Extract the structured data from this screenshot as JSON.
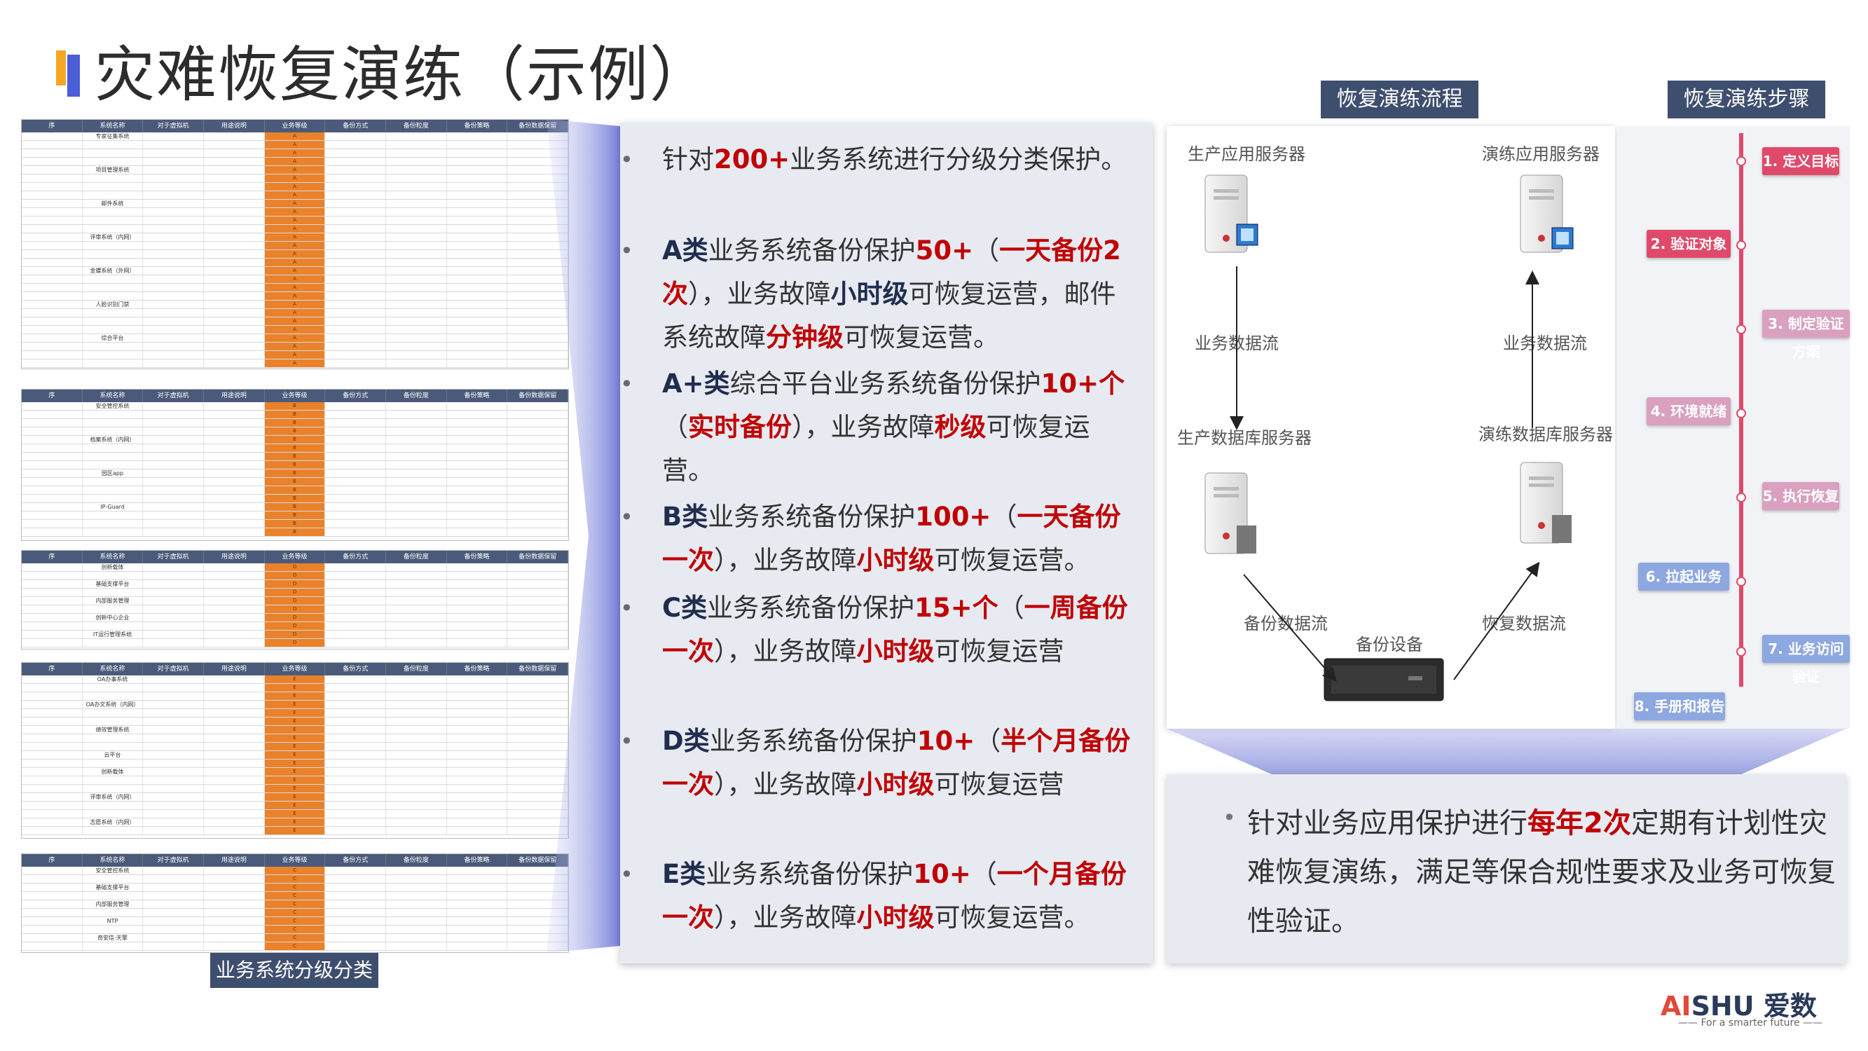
{
  "title": "灾难恢复演练（示例）",
  "sheet_caption": "业务系统分级分类",
  "sheet_headers": [
    "序",
    "系统名称",
    "对于虚拟机",
    "用途说明",
    "业务等级",
    "备份方式",
    "备份粒度",
    "备份策略",
    "备份数据保留"
  ],
  "sheets": [
    {
      "level": "A",
      "systems": [
        "专家征集系统",
        "项目管理系统",
        "邮件系统",
        "评审系统（内网）",
        "金蝶系统（外网）",
        "人脸识别门禁",
        "综合平台"
      ]
    },
    {
      "level": "B",
      "systems": [
        "安全管控系统",
        "档案系统（内网）",
        "园区app",
        "IP-Guard"
      ]
    },
    {
      "level": "D",
      "systems": [
        "创新载体",
        "基础支撑平台",
        "内部服务管理",
        "创新中心企业",
        "IT运行管理系统"
      ]
    },
    {
      "level": "E",
      "systems": [
        "OA办事系统",
        "OA办文系统（内网）",
        "绩效管理系统",
        "云平台",
        "创新载体",
        "评审系统（内网）",
        "志愿系统（内网）"
      ]
    },
    {
      "level": "C",
      "systems": [
        "安全管控系统",
        "基础支撑平台",
        "内部服务管理",
        "NTP",
        "奇安信-天擎"
      ]
    }
  ],
  "bullets": [
    {
      "parts": [
        [
          "n",
          "针对"
        ],
        [
          "r",
          "200+"
        ],
        [
          "n",
          "业务系统进行分级分类保护。"
        ]
      ]
    },
    {
      "parts": [
        [
          "b",
          "A类"
        ],
        [
          "n",
          "业务系统备份保护"
        ],
        [
          "r",
          "50+"
        ],
        [
          "n",
          "（"
        ],
        [
          "r",
          "一天备份2次"
        ],
        [
          "n",
          "），业务故障"
        ],
        [
          "b",
          "小时级"
        ],
        [
          "n",
          "可恢复运营，邮件系统故障"
        ],
        [
          "r",
          "分钟级"
        ],
        [
          "n",
          "可恢复运营。"
        ]
      ]
    },
    {
      "parts": [
        [
          "b",
          "A+类"
        ],
        [
          "n",
          "综合平台业务系统备份保护"
        ],
        [
          "r",
          "10+个"
        ],
        [
          "n",
          "（"
        ],
        [
          "r",
          "实时备份"
        ],
        [
          "n",
          "），业务故障"
        ],
        [
          "r",
          "秒级"
        ],
        [
          "n",
          "可恢复运营。"
        ]
      ]
    },
    {
      "parts": [
        [
          "b",
          "B类"
        ],
        [
          "n",
          "业务系统备份保护"
        ],
        [
          "r",
          "100+"
        ],
        [
          "n",
          "（"
        ],
        [
          "r",
          "一天备份一次"
        ],
        [
          "n",
          "），业务故障"
        ],
        [
          "r",
          "小时级"
        ],
        [
          "n",
          "可恢复运营。"
        ]
      ]
    },
    {
      "parts": [
        [
          "b",
          "C类"
        ],
        [
          "n",
          "业务系统备份保护"
        ],
        [
          "r",
          "15+个"
        ],
        [
          "n",
          "（"
        ],
        [
          "r",
          "一周备份一次"
        ],
        [
          "n",
          "），业务故障"
        ],
        [
          "r",
          "小时级"
        ],
        [
          "n",
          "可恢复运营"
        ]
      ]
    },
    {
      "parts": [
        [
          "b",
          "D类"
        ],
        [
          "n",
          "业务系统备份保护"
        ],
        [
          "r",
          "10+"
        ],
        [
          "n",
          "（"
        ],
        [
          "r",
          "半个月备份一次"
        ],
        [
          "n",
          "），业务故障"
        ],
        [
          "r",
          "小时级"
        ],
        [
          "n",
          "可恢复运营"
        ]
      ]
    },
    {
      "parts": [
        [
          "b",
          "E类"
        ],
        [
          "n",
          "业务系统备份保护"
        ],
        [
          "r",
          "10+"
        ],
        [
          "n",
          "（"
        ],
        [
          "r",
          "一个月备份一次"
        ],
        [
          "n",
          "），业务故障"
        ],
        [
          "r",
          "小时级"
        ],
        [
          "n",
          "可恢复运营。"
        ]
      ]
    }
  ],
  "flow": {
    "label": "恢复演练流程",
    "prod_app": "生产应用服务器",
    "drill_app": "演练应用服务器",
    "biz_flow_left": "业务数据流",
    "biz_flow_right": "业务数据流",
    "prod_db": "生产数据库服务器",
    "drill_db": "演练数据库服务器",
    "backup_flow": "备份数据流",
    "restore_flow": "恢复数据流",
    "backup_device": "备份设备"
  },
  "steps": {
    "label": "恢复演练步骤",
    "items": [
      "1. 定义目标",
      "2. 验证对象",
      "3. 制定验证方案",
      "4. 环境就绪",
      "5. 执行恢复",
      "6. 拉起业务",
      "7. 业务访问验证",
      "8. 手册和报告"
    ]
  },
  "summary": {
    "p1": "针对业务应用保护进行",
    "p2": "每年2次",
    "p3": "定期有计划性灾难恢复演练，满足等保合规性要求及业务可恢复性验证。"
  },
  "logo": {
    "ai": "AI",
    "shu": "SHU 爱数",
    "tagline": "—— For a smarter future ——"
  }
}
